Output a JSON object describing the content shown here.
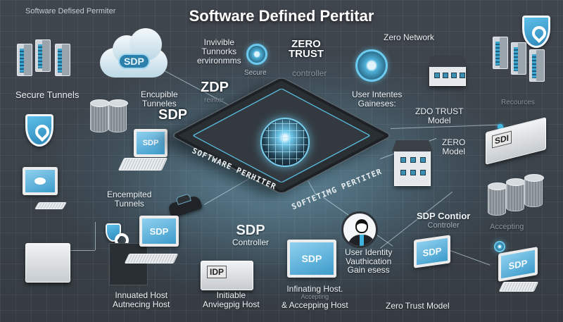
{
  "header": {
    "corner_title": "Software Defised Permiter",
    "main_title": "Software Defined Pertitar"
  },
  "colors": {
    "accent": "#45b9e3",
    "background": "#3c444b",
    "screen_blue": "#5fb6e0",
    "title_text": "#ffffff"
  },
  "labels": {
    "secure_tunnels": "Secure Tunnels",
    "invisible_tunnels": [
      "Invivible",
      "Tunnorks",
      "ervironmms"
    ],
    "secure": "Secure",
    "zero_trust_badge": [
      "ZERO",
      "TRUST"
    ],
    "controller_faint": "controller",
    "zero_network": "Zero Network",
    "zdp_badge": "ZDP",
    "zdp_sub": "reinter",
    "encupible_tunnels": [
      "Encupible",
      "Tunneles"
    ],
    "sdp_badge_left": "SDP",
    "user_intents": [
      "User Intentes",
      "Gaineses:"
    ],
    "resources": "Recources",
    "zdo_trust_model": [
      "ZDO TRUST",
      "Model"
    ],
    "zero_model": [
      "ZERO",
      "Model"
    ],
    "encrypted_tunnels": [
      "Encempited",
      "Tunnels"
    ],
    "sdp_controller": [
      "SDP",
      "Controller"
    ],
    "sdp_contor": [
      "SDP Contior",
      "Controler"
    ],
    "accepting_faint": "Accepting",
    "user_identity": [
      "User Identity",
      "Vauthication",
      "Gain esess"
    ],
    "initiating_left": [
      "Innuated Host",
      "Autnecing Host"
    ],
    "initiable_host": [
      "Initiable",
      "Anviegpig Host"
    ],
    "initiating_host": [
      "Infinating Host.",
      "Accepting",
      "& Accepping Host"
    ],
    "zero_trust_model": "Zero Trust Model"
  },
  "platform": {
    "side_left": "SOFTWARE PERHITER",
    "side_right": "SOFTETIMG PERTITER"
  },
  "icons": {
    "cloud": {
      "label": "SDP"
    },
    "laptop": {
      "label": "SDP"
    },
    "monitor_center": {
      "label": "SDP"
    },
    "monitor_bottom": {
      "label": "SDP"
    },
    "monitor_zero_trust": {
      "label": "SDP"
    },
    "monitor_right": {
      "label": "SDP"
    },
    "device_right": {
      "label": "SDI"
    },
    "device_bottom": {
      "label": "IDP"
    }
  }
}
